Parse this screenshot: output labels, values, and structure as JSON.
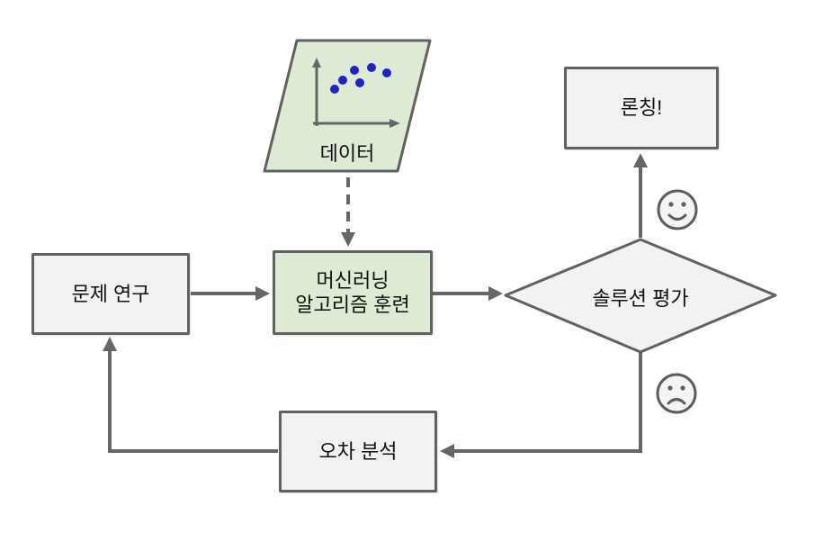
{
  "diagram": {
    "nodes": {
      "data": {
        "label": "데이터"
      },
      "problem_research": {
        "label": "문제 연구"
      },
      "train": {
        "lines": [
          "머신러닝",
          "알고리즘 훈련"
        ]
      },
      "evaluate": {
        "label": "솔루션 평가"
      },
      "launch": {
        "label": "론칭!"
      },
      "error_analysis": {
        "label": "오차 분석"
      }
    },
    "icons": {
      "happy_face": "happy-face",
      "sad_face": "sad-face",
      "scatter_plot": "scatter-plot"
    },
    "colors": {
      "box_fill": "#f2f2f2",
      "green_fill": "#ddebd4",
      "border": "#616161",
      "arrow": "#666666",
      "scatter_dot": "#2121cc",
      "text": "#111111"
    }
  }
}
